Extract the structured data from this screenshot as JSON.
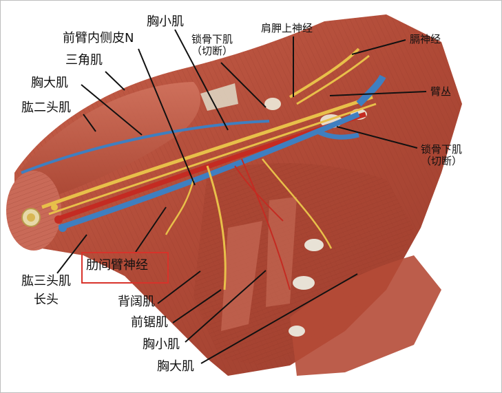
{
  "labels": {
    "pectoralis_minor_top": "胸小肌",
    "medial_antebrachial_cutaneous": "前臂内侧皮N",
    "subclavius_top_line1": "锁骨下肌",
    "subclavius_top_line2": "（切断）",
    "suprascapular_nerve": "肩胛上神经",
    "phrenic_nerve": "膈神经",
    "deltoid": "三角肌",
    "pectoralis_major_top": "胸大肌",
    "biceps": "肱二头肌",
    "brachial_plexus": "臂丛",
    "subclavius_right_line1": "锁骨下肌",
    "subclavius_right_line2": "（切断）",
    "intercostobrachial_nerve": "肋间臂神经",
    "triceps_long_head_line1": "肱三头肌",
    "triceps_long_head_line2": "长头",
    "latissimus_dorsi": "背阔肌",
    "serratus_anterior": "前锯肌",
    "pectoralis_minor_bottom": "胸小肌",
    "pectoralis_major_bottom": "胸大肌"
  },
  "colors": {
    "highlight_box": "#d8322a",
    "muscle": "#b9533f",
    "nerve": "#e8c04a",
    "artery": "#c42b22",
    "vein": "#3f7fc0",
    "leader_line": "#111111"
  }
}
